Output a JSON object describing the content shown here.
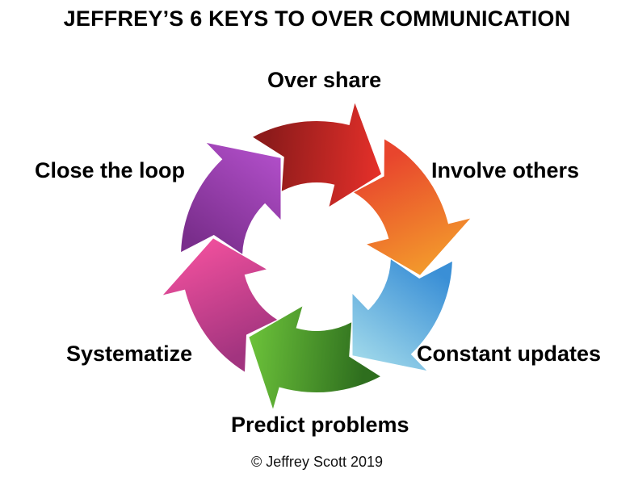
{
  "title": "JEFFREY’S 6 KEYS TO OVER COMMUNICATION",
  "steps": [
    {
      "label": "Over share",
      "color_from": "#8e1b1b",
      "color_to": "#e6302a"
    },
    {
      "label": "Involve others",
      "color_from": "#e8452d",
      "color_to": "#f39a2c"
    },
    {
      "label": "Constant updates",
      "color_from": "#3a8fd6",
      "color_to": "#9fd8ea"
    },
    {
      "label": "Predict problems",
      "color_from": "#2e6e1e",
      "color_to": "#6cc23a"
    },
    {
      "label": "Systematize",
      "color_from": "#a2347f",
      "color_to": "#ee4f9c"
    },
    {
      "label": "Close the loop",
      "color_from": "#7a2e8c",
      "color_to": "#b04ec8"
    }
  ],
  "copyright": "© Jeffrey Scott 2019"
}
